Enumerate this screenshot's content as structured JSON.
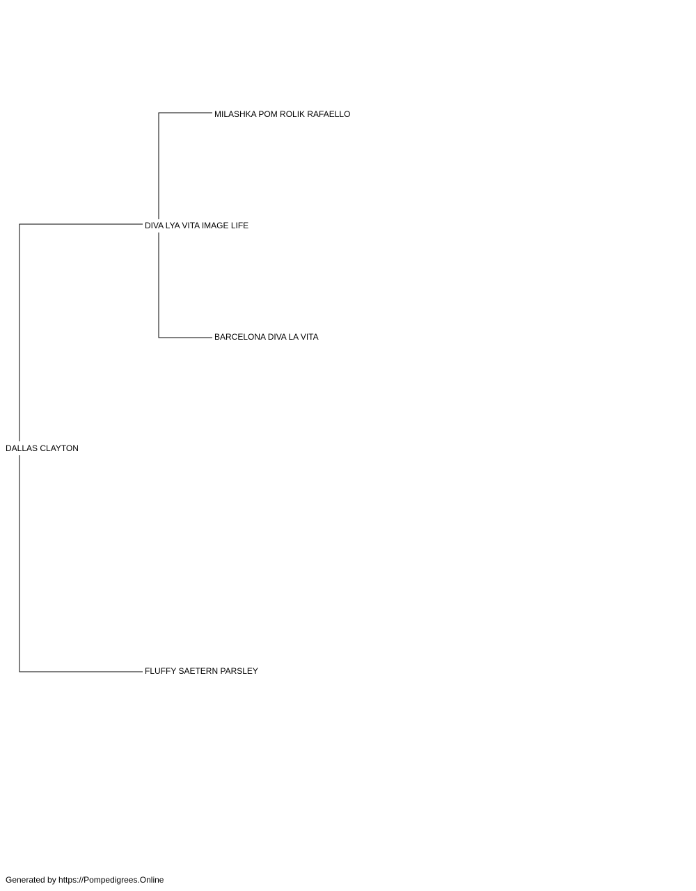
{
  "pedigree": {
    "subject": {
      "name": "DALLAS CLAYTON",
      "sire": {
        "name": "DIVA LYA VITA IMAGE LIFE",
        "sire": {
          "name": "MILASHKA POM ROLIK RAFAELLO"
        },
        "dam": {
          "name": "BARCELONA DIVA LA VITA"
        }
      },
      "dam": {
        "name": "FLUFFY SAETERN PARSLEY"
      }
    }
  },
  "footer": {
    "text": "Generated by https://Pompedigrees.Online"
  },
  "colors": {
    "line": "#000000",
    "text": "#000000",
    "background": "#ffffff"
  }
}
